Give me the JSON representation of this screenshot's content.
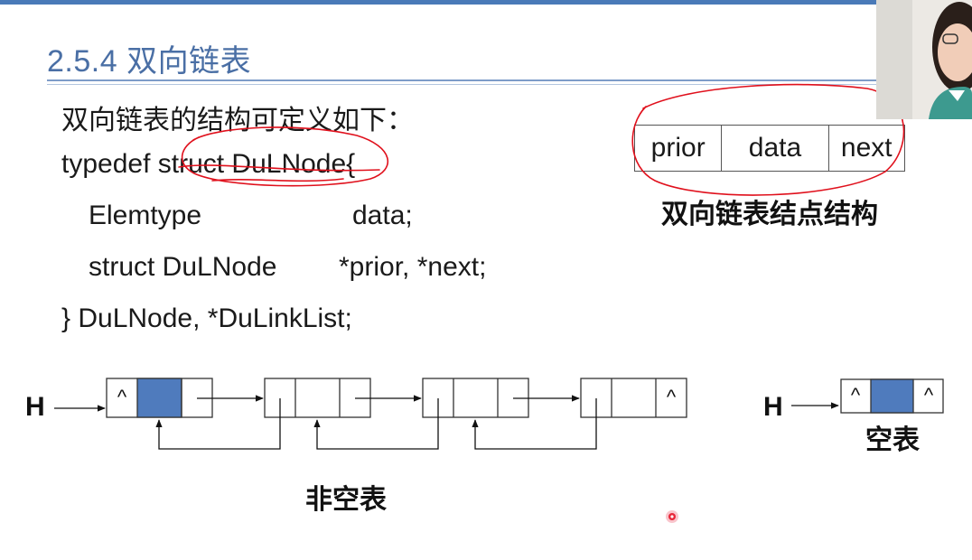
{
  "slide": {
    "title": "2.5.4 双向链表",
    "intro": "双向链表的结构可定义如下：",
    "code": {
      "line1": "typedef struct DuLNode{",
      "line2_type": "Elemtype",
      "line2_field": "data;",
      "line3_type": "struct DuLNode",
      "line3_field": "*prior, *next;",
      "line4": "} DuLNode, *DuLinkList;"
    },
    "node_structure": {
      "fields": [
        "prior",
        "data",
        "next"
      ],
      "caption": "双向链表结点结构"
    },
    "nonempty_list": {
      "head_label": "H",
      "null_symbol": "^",
      "caption": "非空表"
    },
    "empty_list": {
      "head_label": "H",
      "null_left": "^",
      "null_right": "^",
      "caption": "空表"
    }
  },
  "colors": {
    "accent": "#4a6fa5",
    "head_node_fill": "#4f7bbd",
    "annotation_red": "#e0101c",
    "pointer_dot": "#e8283a"
  }
}
